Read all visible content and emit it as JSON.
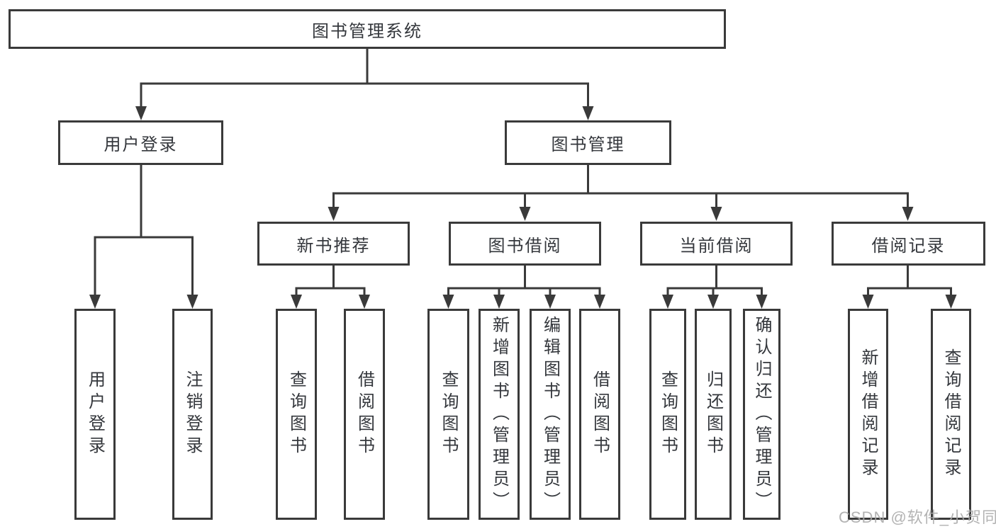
{
  "diagram": {
    "type": "hierarchy-tree",
    "title": "图书管理系统",
    "watermark": "CSDN @软件_小贺同学"
  },
  "colors": {
    "background": "#ffffff",
    "line": "#3a3a3a",
    "box_border": "#3a3a3a",
    "box_fill": "#ffffff",
    "text": "#34373c",
    "watermark_text": "#a8a8a8"
  },
  "nodes": {
    "root": "图书管理系统",
    "user_login": "用户登录",
    "book_mgmt": "图书管理",
    "new_book_rec": "新书推荐",
    "book_borrowing": "图书借阅",
    "current_borrowing": "当前借阅",
    "borrowing_records": "借阅记录",
    "leaf_user_login": "用户登录",
    "leaf_logout": "注销登录",
    "leaf_query_books_rec": "查询图书",
    "leaf_borrow_books_rec": "借阅图书",
    "leaf_query_books_bor": "查询图书",
    "leaf_add_books_admin": "新增图书（管理员）",
    "leaf_edit_books_admin": "编辑图书（管理员）",
    "leaf_borrow_books_bor": "借阅图书",
    "leaf_query_books_cur": "查询图书",
    "leaf_return_books": "归还图书",
    "leaf_confirm_return_admin": "确认归还（管理员）",
    "leaf_add_borrow_record": "新增借阅记录",
    "leaf_query_borrow_record": "查询借阅记录"
  },
  "hierarchy": {
    "图书管理系统": {
      "用户登录": [
        "用户登录",
        "注销登录"
      ],
      "图书管理": {
        "新书推荐": [
          "查询图书",
          "借阅图书"
        ],
        "图书借阅": [
          "查询图书",
          "新增图书（管理员）",
          "编辑图书（管理员）",
          "借阅图书"
        ],
        "当前借阅": [
          "查询图书",
          "归还图书",
          "确认归还（管理员）"
        ],
        "借阅记录": [
          "新增借阅记录",
          "查询借阅记录"
        ]
      }
    }
  }
}
